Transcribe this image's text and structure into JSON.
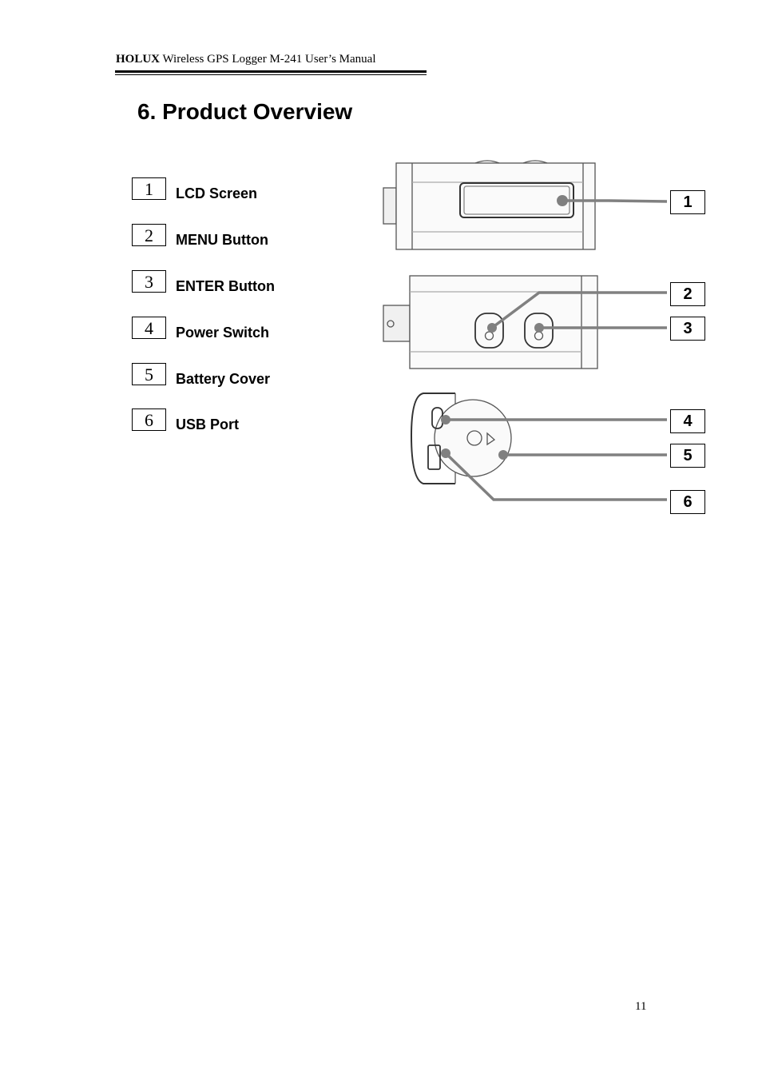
{
  "header": {
    "brand": "HOLUX",
    "rest": " Wireless GPS Logger M-241 User’s Manual"
  },
  "title": "6.  Product Overview",
  "legend": [
    {
      "num": "1",
      "label": "LCD Screen"
    },
    {
      "num": "2",
      "label": "MENU Button"
    },
    {
      "num": "3",
      "label": "ENTER Button"
    },
    {
      "num": "4",
      "label": "Power Switch"
    },
    {
      "num": "5",
      "label": "Battery Cover"
    },
    {
      "num": "6",
      "label": "USB Port"
    }
  ],
  "callouts": [
    "1",
    "2",
    "3",
    "4",
    "5",
    "6"
  ],
  "device_icons": [
    "device-top-view",
    "device-side-view",
    "device-end-view"
  ],
  "colors": {
    "leader": "#808080",
    "outline": "#555555"
  },
  "page_number": "11"
}
